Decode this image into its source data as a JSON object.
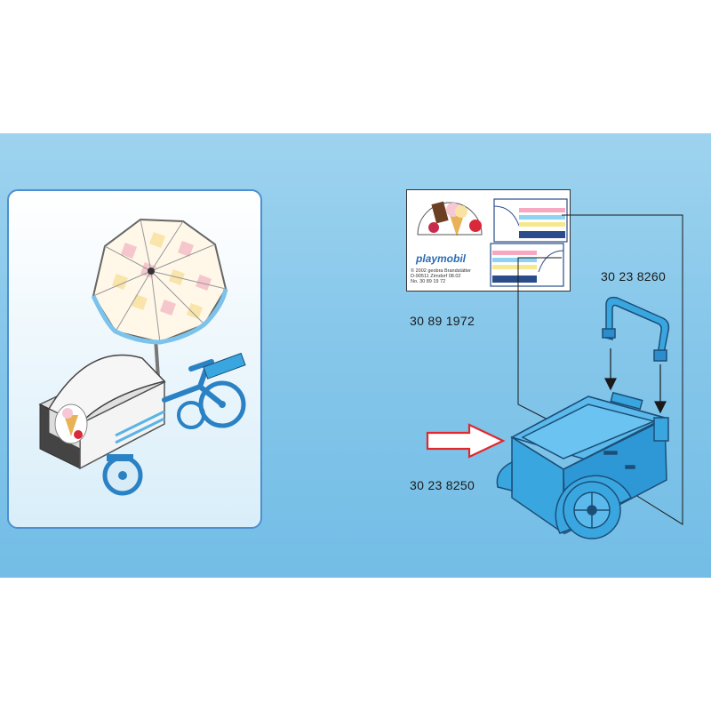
{
  "colors": {
    "background_band": "#86c7ea",
    "part_blue": "#3aa6e0",
    "part_outline": "#1b4f78",
    "arrow_red": "#e0282d",
    "panel_border": "#4d8fd0"
  },
  "part_numbers": {
    "sticker_sheet": "30 89 1972",
    "handle": "30 23 8260",
    "cart_body": "30 23 8250"
  },
  "sticker_sheet": {
    "brand": "playmobil",
    "lines": [
      "© 2002 geobra Brandstätter",
      "D-90511 Zirndorf        08.02",
      "No. 30 89 19 72"
    ]
  },
  "icons": {
    "preview": "ice-cream-bike-illustration",
    "indicator": "red-arrow-icon",
    "attach": "down-arrow-icon"
  }
}
